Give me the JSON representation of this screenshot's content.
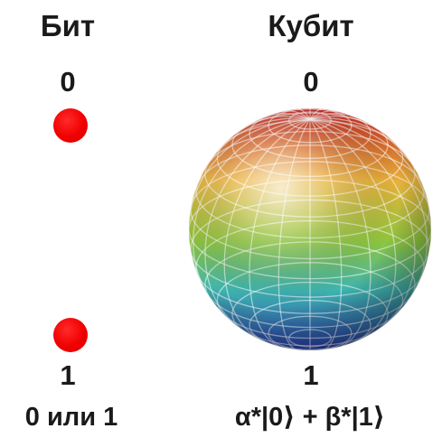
{
  "bit": {
    "title": "Бит",
    "state_top": "0",
    "state_bottom": "1",
    "caption": "0 или 1",
    "dot_color": "#f00000"
  },
  "qubit": {
    "title": "Кубит",
    "state_top": "0",
    "state_bottom": "1",
    "caption": "α*|0⟩ + β*|1⟩",
    "gradient_colors": [
      "#c0201e",
      "#e9b23a",
      "#8ec63f",
      "#3fb5b0",
      "#2a3fb0"
    ]
  }
}
